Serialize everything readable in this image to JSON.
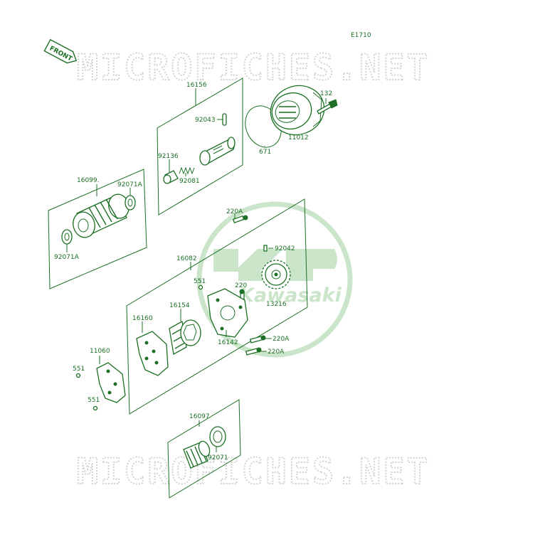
{
  "diagram": {
    "code": "E1710",
    "front_label": "FRONT",
    "watermark": "MICROFICHES.NET",
    "logo_text": "Kawasaki",
    "accent_color": "#1c6f25",
    "watermark_color": "#cfd6cf",
    "logo_color": "#b9ddb9"
  },
  "labels": {
    "p16156": "16156",
    "p92043": "92043",
    "p132": "132",
    "p11012": "11012",
    "p671": "671",
    "p92136": "92136",
    "p92081": "92081",
    "p16099": "16099.",
    "p92071a_top": "92071A",
    "p92071a_bot": "92071A",
    "p220a_top": "220A",
    "p92042": "92042",
    "p16082": "16082",
    "p551_mid": "551",
    "p220": "220",
    "p13216": "13216",
    "p16160": "16160",
    "p16154": "16154",
    "p16142": "16142",
    "p220a_mid": "220A",
    "p220a_low": "220A",
    "p11060": "11060",
    "p551_left": "551",
    "p551_low": "551",
    "p16097": "16097",
    "p92071": "92071"
  }
}
